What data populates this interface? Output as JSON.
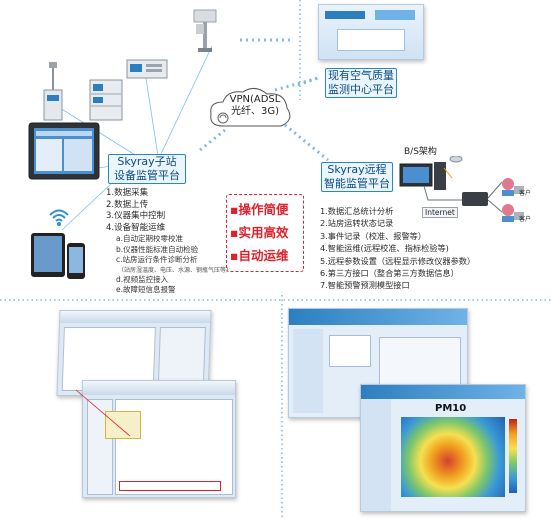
{
  "vpn": {
    "line1": "VPN(ADSL",
    "line2": "光纤、3G)"
  },
  "existing_platform": {
    "line1": "现有空气质量",
    "line2": "监测中心平台"
  },
  "substation": {
    "line1": "Skyray子站",
    "line2": "设备监管平台"
  },
  "remote": {
    "line1": "Skyray远程",
    "line2": "智能监管平台"
  },
  "bs_label": "B/S架构",
  "internet_label": "Internet",
  "client_label": "客户",
  "pm_title": "PM10",
  "substation_features": [
    "1.数据采集",
    "2.数据上传",
    "3.仪器集中控制",
    "4.设备智能运维"
  ],
  "substation_subfeatures": [
    "a.自动定期校零校准",
    "b.仪器性能标准自动检验",
    "c.站房运行条件诊断分析"
  ],
  "substation_note": "（站房湿温度、电压、水源、钢瓶气压等）",
  "substation_subfeatures2": [
    "d.视频监控接入",
    "e.故障短信息报警"
  ],
  "remote_features": [
    "1.数据汇总统计分析",
    "2.站房运转状态记录",
    "3.事件记录（校准、报警等）",
    "4.智能运维(远程校准、指标检验等)",
    "5.远程参数设置（远程显示修改仪器参数）",
    "6.第三方接口（整合第三方数据信息）",
    "7.智能预警预测模型接口"
  ],
  "callouts": [
    "▪操作简便",
    "▪实用高效",
    "▪自动运维"
  ],
  "colors": {
    "accent": "#2b86c8",
    "red": "#e0202d",
    "dots": "#7fb8e6"
  }
}
